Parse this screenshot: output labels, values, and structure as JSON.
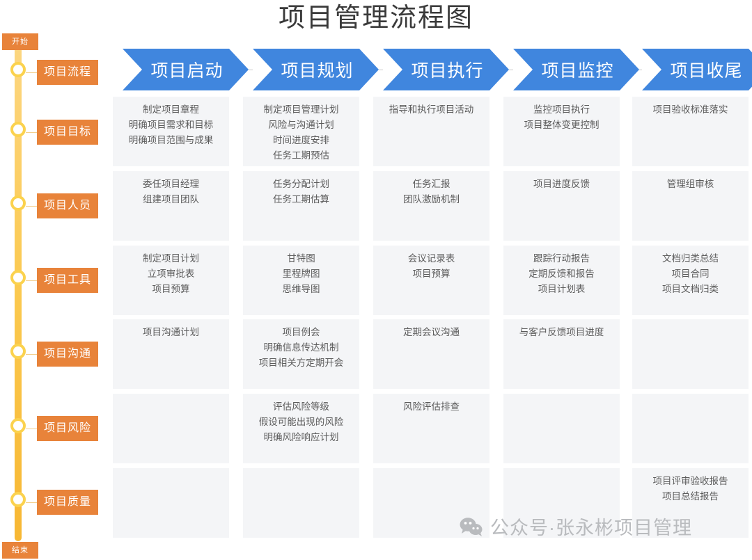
{
  "title": "项目管理流程图",
  "timeline": {
    "start_label": "开始",
    "end_label": "结束"
  },
  "colors": {
    "accent_orange": "#e8833a",
    "rail_yellow": "#fbd24e",
    "phase_blue": "#4086de",
    "cell_gray": "#f4f5f7",
    "watermark_gray": "#b9bbbe"
  },
  "row_labels": [
    "项目流程",
    "项目目标",
    "项目人员",
    "项目工具",
    "项目沟通",
    "项目风险",
    "项目质量"
  ],
  "phases": [
    "项目启动",
    "项目规划",
    "项目执行",
    "项目监控",
    "项目收尾"
  ],
  "rows": [
    {
      "label": "项目目标",
      "cells": [
        [
          "制定项目章程",
          "明确项目需求和目标",
          "明确项目范围与成果"
        ],
        [
          "制定项目管理计划",
          "风险与沟通计划",
          "时间进度安排",
          "任务工期预估"
        ],
        [
          "指导和执行项目活动"
        ],
        [
          "监控项目执行",
          "项目整体变更控制"
        ],
        [
          "项目验收标准落实"
        ]
      ]
    },
    {
      "label": "项目人员",
      "cells": [
        [
          "委任项目经理",
          "组建项目团队"
        ],
        [
          "任务分配计划",
          "任务工期估算"
        ],
        [
          "任务汇报",
          "团队激励机制"
        ],
        [
          "项目进度反馈"
        ],
        [
          "管理组审核"
        ]
      ]
    },
    {
      "label": "项目工具",
      "cells": [
        [
          "制定项目计划",
          "立项审批表",
          "项目预算"
        ],
        [
          "甘特图",
          "里程牌图",
          "思维导图"
        ],
        [
          "会议记录表",
          "项目预算"
        ],
        [
          "跟踪行动报告",
          "定期反馈和报告",
          "项目计划表"
        ],
        [
          "文档归类总结",
          "项目合同",
          "项目文档归类"
        ]
      ]
    },
    {
      "label": "项目沟通",
      "cells": [
        [
          "项目沟通计划"
        ],
        [
          "项目例会",
          "明确信息传达机制",
          "项目相关方定期开会"
        ],
        [
          "定期会议沟通"
        ],
        [
          "与客户反馈项目进度"
        ],
        []
      ]
    },
    {
      "label": "项目风险",
      "cells": [
        [],
        [
          "评估风险等级",
          "假设可能出现的风险",
          "明确风险响应计划"
        ],
        [
          "风险评估排查"
        ],
        [],
        []
      ]
    },
    {
      "label": "项目质量",
      "cells": [
        [],
        [],
        [],
        [],
        [
          "项目评审验收报告",
          "项目总结报告"
        ]
      ]
    }
  ],
  "watermark": {
    "icon": "wechat-icon",
    "text": "公众号·张永彬项目管理"
  }
}
